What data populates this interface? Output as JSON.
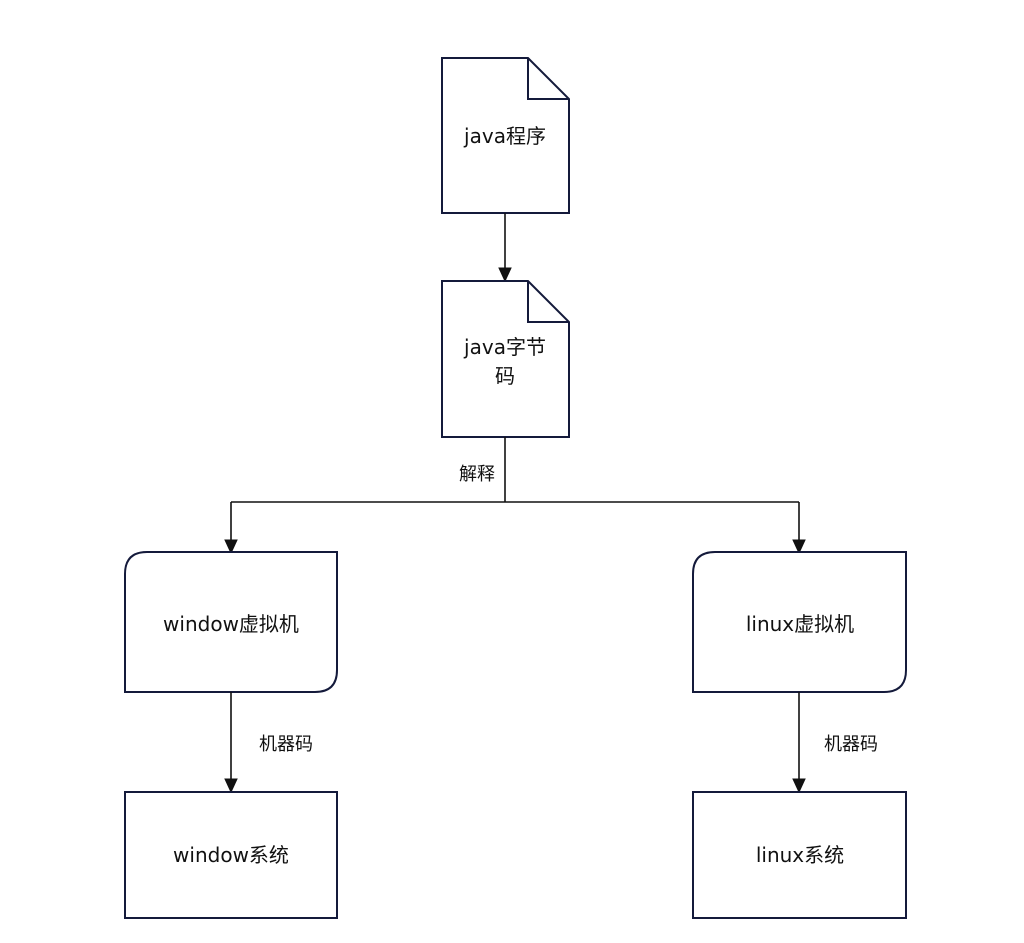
{
  "diagram": {
    "nodes": {
      "java_program": {
        "label": "java程序"
      },
      "java_bytecode": {
        "label_line1": "java字节",
        "label_line2": "码"
      },
      "window_vm": {
        "label": "window虚拟机"
      },
      "linux_vm": {
        "label": "linux虚拟机"
      },
      "window_system": {
        "label": "window系统"
      },
      "linux_system": {
        "label": "linux系统"
      }
    },
    "edges": {
      "interpret": {
        "label": "解释"
      },
      "window_machine_code": {
        "label": "机器码"
      },
      "linux_machine_code": {
        "label": "机器码"
      }
    }
  },
  "colors": {
    "shape_border": "#141a3b",
    "connector": "#111111",
    "background": "#ffffff"
  }
}
